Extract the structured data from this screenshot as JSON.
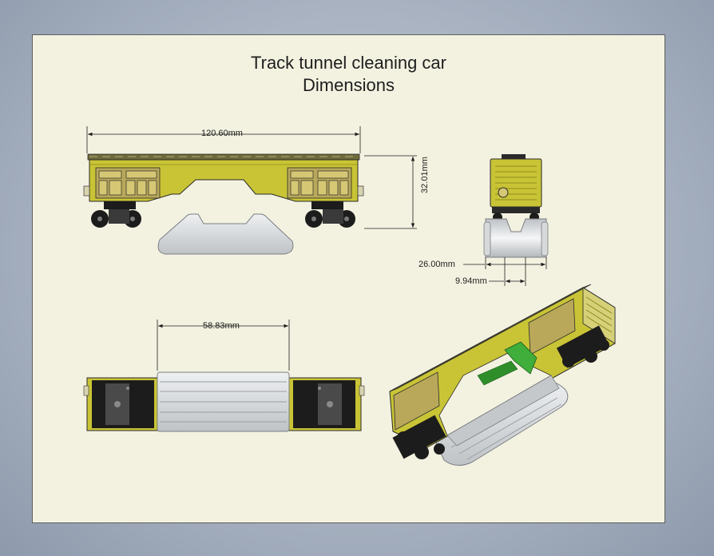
{
  "drawing": {
    "title_line1": "Track tunnel cleaning car",
    "title_line2": "Dimensions"
  },
  "dimensions": {
    "overall_length": "120.60mm",
    "overall_height": "32.01mm",
    "cleaner_width": "26.00mm",
    "cleaner_slot_width": "9.94mm",
    "cleaner_length": "58.83mm"
  },
  "colors": {
    "background": "#a9b3c2",
    "sheet": "#f3f2e1",
    "car_body": "#c9c435",
    "car_body_dark": "#8f8b1f",
    "window_frame": "#b9a85a",
    "wheels": "#1c1c1c",
    "cleaner_pad": "#d6d8da",
    "green_bracket": "#3fae3a"
  }
}
